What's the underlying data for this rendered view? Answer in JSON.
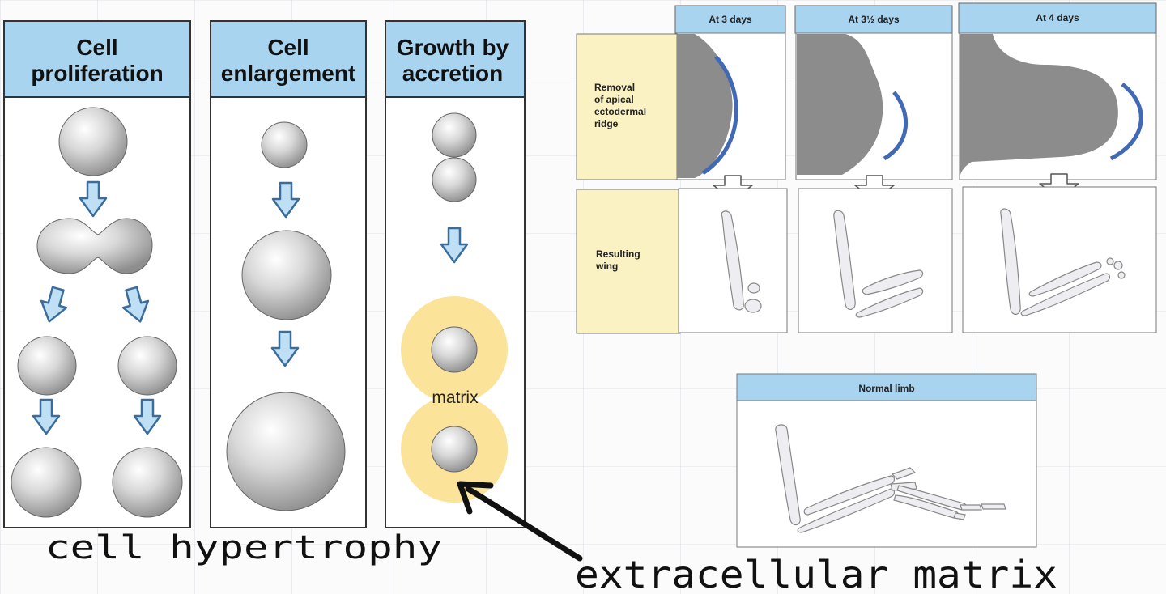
{
  "panels": {
    "proliferation": {
      "line1": "Cell",
      "line2": "proliferation"
    },
    "enlargement": {
      "line1": "Cell",
      "line2": "enlargement"
    },
    "accretion": {
      "line1": "Growth by",
      "line2": "accretion",
      "matrix_label": "matrix"
    }
  },
  "experiment": {
    "headings": [
      "At 3 days",
      "At 3½ days",
      "At 4 days"
    ],
    "row1_label": [
      "Removal",
      "of  apical",
      "ectodermal",
      "ridge"
    ],
    "row2_label": [
      "Resulting",
      "wing"
    ]
  },
  "normal_limb": {
    "heading": "Normal limb"
  },
  "annotations": {
    "left": "cell hypertrophy",
    "right": "extracellular matrix"
  },
  "colors": {
    "header_blue": "#a8d4f0",
    "arrow_blue": "#bfdff5",
    "matrix_yellow": "#fbe39a",
    "label_yellow": "#fbf2c4",
    "limb_gray": "#8c8c8c",
    "ridge_blue": "#4169b4"
  }
}
